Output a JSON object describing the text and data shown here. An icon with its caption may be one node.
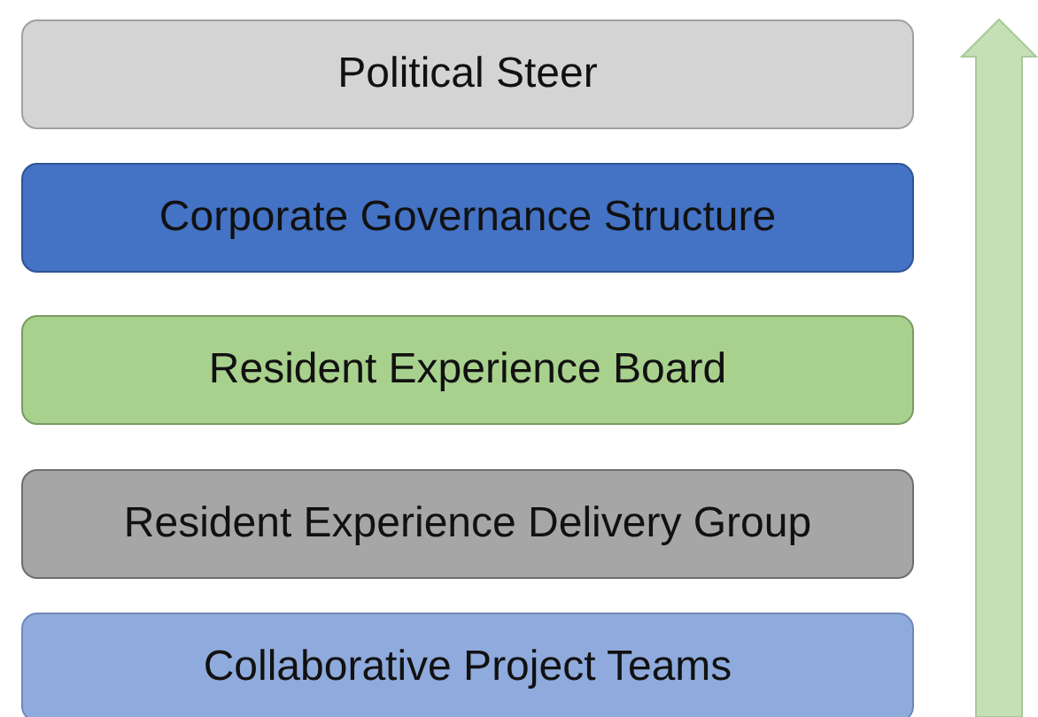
{
  "diagram": {
    "nodes": [
      {
        "text": [
          "Political Steer"
        ]
      },
      {
        "text": [
          "Corporate Governance Structure"
        ]
      },
      {
        "text": [
          "Resident Experience Board"
        ]
      },
      {
        "text": [
          "Resident Experience Delivery Group"
        ]
      },
      {
        "text": [
          "Collaborative Project Teams"
        ]
      }
    ]
  }
}
